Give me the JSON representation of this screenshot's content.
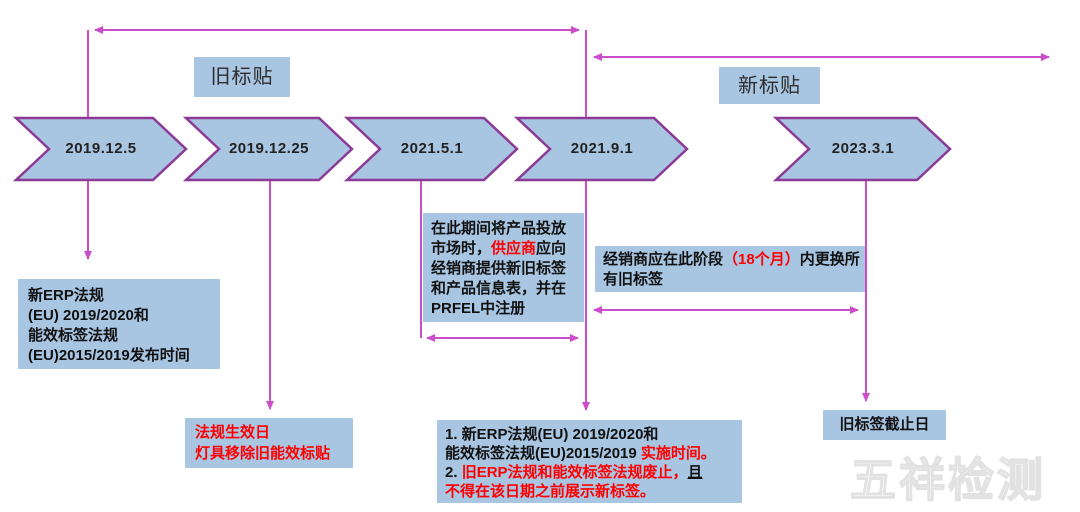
{
  "colors": {
    "box_fill": "#a8c5e2",
    "chevron_fill": "#a8c5e2",
    "chevron_border": "#8b3a96",
    "arrow_line": "#cc4dcc",
    "text_black": "#111111",
    "text_red": "#ff0000"
  },
  "phase_labels": {
    "old": "旧标贴",
    "new": "新标贴"
  },
  "timeline": {
    "dates": [
      "2019.12.5",
      "2019.12.25",
      "2021.5.1",
      "2021.9.1",
      "2023.3.1"
    ]
  },
  "annotations": {
    "publish": {
      "l1": "新ERP法规",
      "l2": "(EU) 2019/2020和",
      "l3": "能效标签法规",
      "l4": "(EU)2015/2019发布时间"
    },
    "effective": {
      "l1": "法规生效日",
      "l2": "灯具移除旧能效标贴"
    },
    "supplier": {
      "l1": "在此期间将产品投放",
      "l2a": "市场时，",
      "l2b": "供应商",
      "l2c": "应向",
      "l3": "经销商提供新旧标签",
      "l4": "和产品信息表，并在",
      "l5": "PRFEL中注册"
    },
    "dealer": {
      "l1a": "经销商应在此阶段",
      "l1b": "（18个月）",
      "l1c": "内更换所",
      "l2": "有旧标签"
    },
    "implement": {
      "l1": "1. 新ERP法规(EU) 2019/2020和",
      "l2a": "能效标签法规(EU)2015/2019 ",
      "l2b": "实施时间。",
      "l3a": "2. ",
      "l3b": "旧ERP法规和能效标签法规废止，",
      "l3c": "且",
      "l4": "不得在该日期之前展示新标签。"
    },
    "deadline": {
      "l1": "旧标签截止日"
    }
  },
  "watermark": "五祥检测"
}
